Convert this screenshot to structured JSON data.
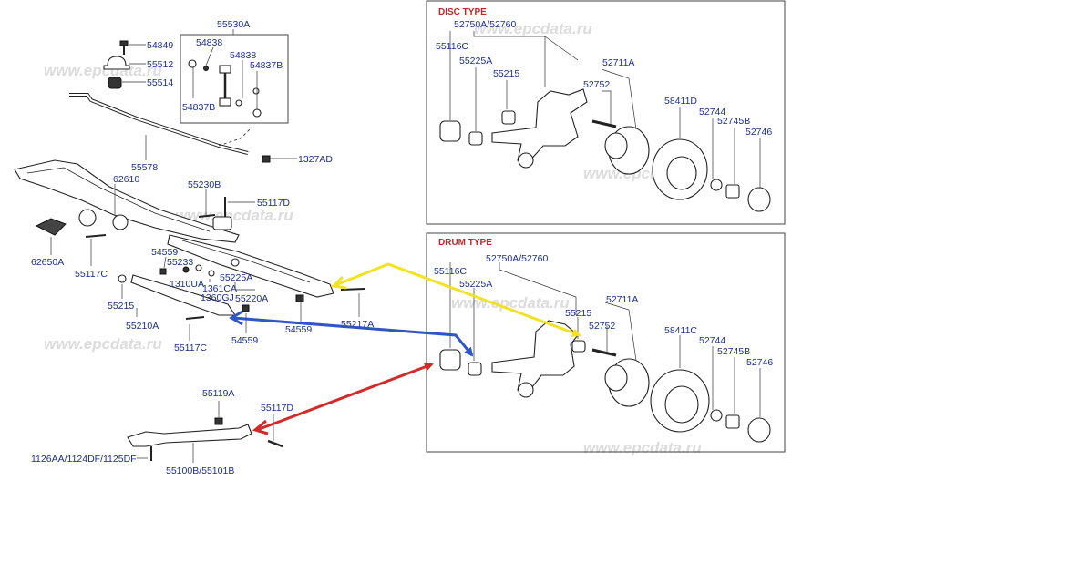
{
  "panels": {
    "disc": {
      "title": "DISC TYPE"
    },
    "drum": {
      "title": "DRUM TYPE"
    }
  },
  "watermark": "www.epcdata.ru",
  "labels": {
    "l55530A": "55530A",
    "l54849": "54849",
    "l55512": "55512",
    "l55514": "55514",
    "l54838a": "54838",
    "l54838b": "54838",
    "l54837Ba": "54837B",
    "l54837Bb": "54837B",
    "l55578": "55578",
    "l1327AD": "1327AD",
    "l62610": "62610",
    "l55230B": "55230B",
    "l55117Da": "55117D",
    "l62650A": "62650A",
    "l55117Ca": "55117C",
    "l54559a": "54559",
    "l55233": "55233",
    "l1310UA": "1310UA",
    "l1361CA": "1361CA",
    "l1360GJ": "1360GJ",
    "l55225Aa": "55225A",
    "l55220A": "55220A",
    "l55215a": "55215",
    "l55210A": "55210A",
    "l55117Cb": "55117C",
    "l54559b": "54559",
    "l54559c": "54559",
    "l55217A": "55217A",
    "l55119A": "55119A",
    "l55117Db": "55117D",
    "l1126AA": "1126AA/1124DF/1125DF",
    "l55100B": "55100B/55101B",
    "d52750A": "52750A/52760",
    "d55116C": "55116C",
    "d55225A": "55225A",
    "d55215": "55215",
    "d52711A": "52711A",
    "d52752": "52752",
    "d58411D": "58411D",
    "d52744": "52744",
    "d52745B": "52745B",
    "d52746": "52746",
    "r52750A": "52750A/52760",
    "r55116C": "55116C",
    "r55225A": "55225A",
    "r55215": "55215",
    "r52711A": "52711A",
    "r52752": "52752",
    "r58411C": "58411C",
    "r52744": "52744",
    "r52745B": "52745B",
    "r52746": "52746"
  },
  "colors": {
    "label": "#1c2f8a",
    "title": "#c0282d",
    "arrow_yellow": "#f2e21f",
    "arrow_blue": "#2f55c9",
    "arrow_red": "#d32a2a",
    "watermark": "#dcdcdc"
  }
}
